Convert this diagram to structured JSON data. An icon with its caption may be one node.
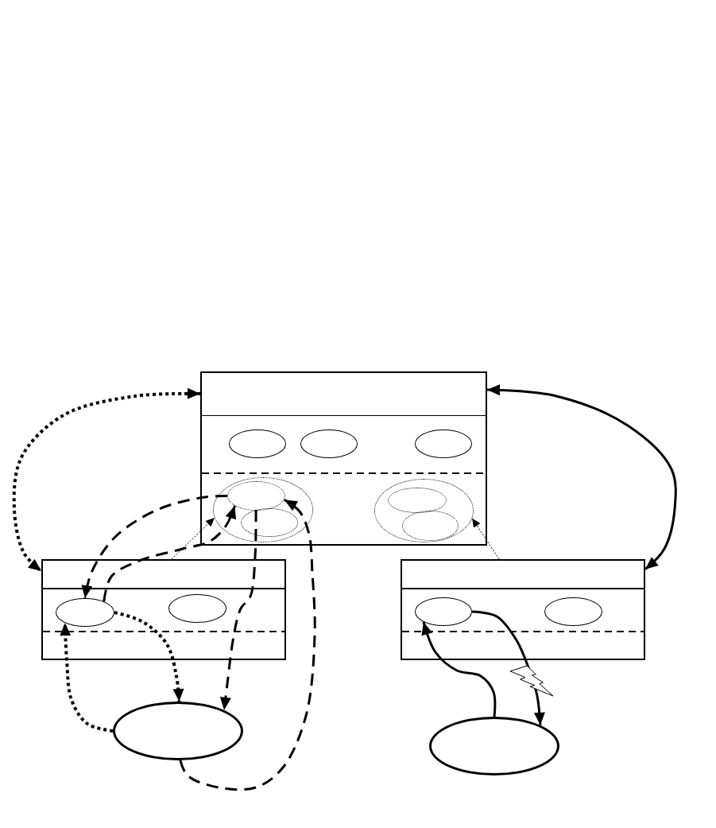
{
  "diagram": {
    "nodes": [
      {
        "text": [],
        "shape": "box"
      },
      {
        "text": [],
        "shape": "ellipse",
        "in": 0
      },
      {
        "text": [],
        "shape": "ellipse",
        "in": 0
      },
      {
        "text": [],
        "shape": "ellipse",
        "in": 0
      },
      {
        "text": [],
        "shape": "ellipse",
        "in": 0
      },
      {
        "text": [],
        "shape": "ellipse",
        "in": 4
      },
      {
        "text": [],
        "shape": "ellipse",
        "in": 4
      },
      {
        "text": [],
        "shape": "ellipse",
        "in": 0
      },
      {
        "text": [],
        "shape": "ellipse",
        "in": 7
      },
      {
        "text": [],
        "shape": "ellipse",
        "in": 7
      },
      {
        "text": [],
        "shape": "box"
      },
      {
        "text": [],
        "shape": "ellipse",
        "in": 10
      },
      {
        "text": [],
        "shape": "ellipse",
        "in": 10
      },
      {
        "text": [],
        "shape": "box"
      },
      {
        "text": [],
        "shape": "ellipse",
        "in": 13
      },
      {
        "text": [],
        "shape": "ellipse",
        "in": 13
      },
      {
        "text": [],
        "shape": "ellipse"
      },
      {
        "text": [],
        "shape": "ellipse"
      }
    ],
    "edges": [
      {
        "from": 0,
        "to": 10,
        "arrow": "both",
        "style": "dashed"
      },
      {
        "from": 0,
        "to": 13,
        "arrow": "both"
      },
      {
        "from": 5,
        "to": 11,
        "arrow": "to",
        "style": "dashed"
      },
      {
        "from": 11,
        "to": 5,
        "arrow": "to",
        "style": "dashed"
      },
      {
        "from": 10,
        "to": 4,
        "arrow": "to",
        "style": "dashed"
      },
      {
        "from": 13,
        "to": 7,
        "arrow": "to",
        "style": "dashed"
      },
      {
        "from": 6,
        "to": 16,
        "arrow": "to",
        "style": "dashed"
      },
      {
        "from": 16,
        "to": 5,
        "arrow": "to",
        "style": "dashed"
      },
      {
        "from": 11,
        "to": 16,
        "arrow": "to",
        "style": "dashed"
      },
      {
        "from": 16,
        "to": 11,
        "arrow": "to",
        "style": "dashed"
      },
      {
        "from": 17,
        "to": 14,
        "arrow": "to"
      },
      {
        "from": 14,
        "to": 17,
        "arrow": "to"
      }
    ]
  }
}
